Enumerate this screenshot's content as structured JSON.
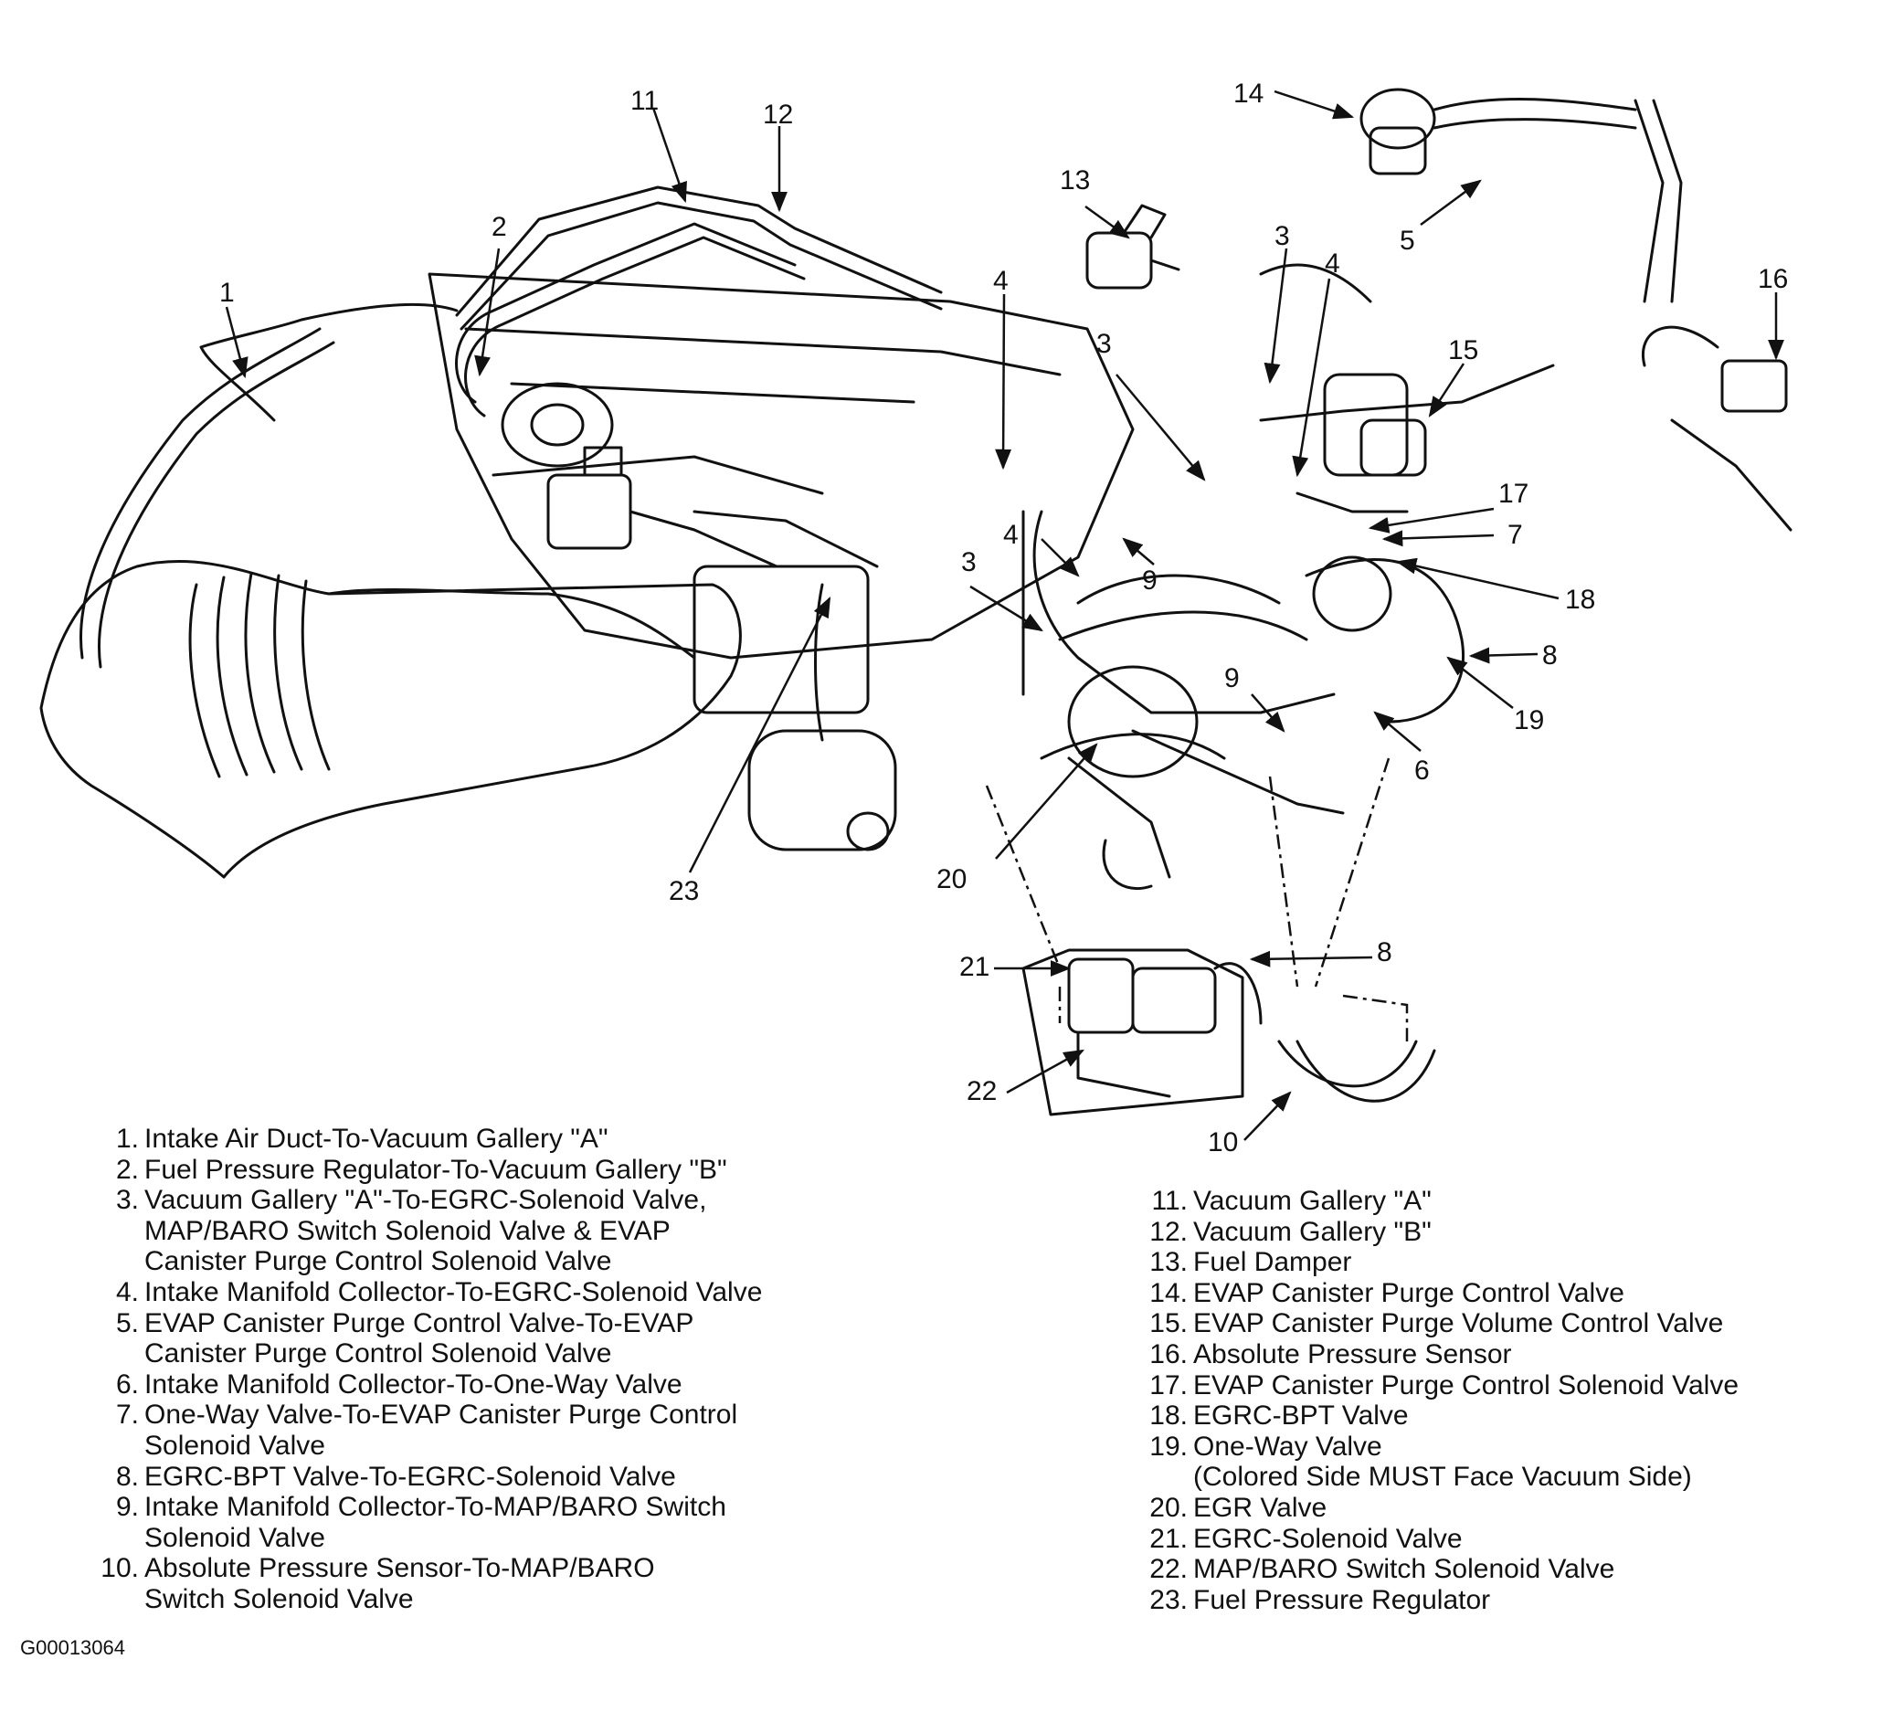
{
  "callouts": [
    "1",
    "2",
    "3",
    "4",
    "5",
    "6",
    "7",
    "8",
    "9",
    "10",
    "11",
    "12",
    "13",
    "14",
    "15",
    "16",
    "17",
    "18",
    "19",
    "20",
    "21",
    "22",
    "23"
  ],
  "legend_left": [
    {
      "num": "1.",
      "lines": [
        "Intake Air Duct-To-Vacuum Gallery \"A\""
      ]
    },
    {
      "num": "2.",
      "lines": [
        "Fuel Pressure Regulator-To-Vacuum  Gallery \"B\""
      ]
    },
    {
      "num": "3.",
      "lines": [
        "Vacuum Gallery \"A\"-To-EGRC-Solenoid Valve,",
        "MAP/BARO Switch Solenoid Valve & EVAP",
        "Canister Purge Control Solenoid Valve"
      ]
    },
    {
      "num": "4.",
      "lines": [
        "Intake Manifold Collector-To-EGRC-Solenoid Valve"
      ]
    },
    {
      "num": "5.",
      "lines": [
        "EVAP Canister Purge Control Valve-To-EVAP",
        "Canister Purge Control Solenoid Valve"
      ]
    },
    {
      "num": "6.",
      "lines": [
        "Intake Manifold Collector-To-One-Way Valve"
      ]
    },
    {
      "num": "7.",
      "lines": [
        "One-Way Valve-To-EVAP Canister Purge Control",
        "Solenoid Valve"
      ]
    },
    {
      "num": "8.",
      "lines": [
        "EGRC-BPT Valve-To-EGRC-Solenoid Valve"
      ]
    },
    {
      "num": "9.",
      "lines": [
        "Intake Manifold Collector-To-MAP/BARO Switch",
        "Solenoid Valve"
      ]
    },
    {
      "num": "10.",
      "lines": [
        "Absolute Pressure Sensor-To-MAP/BARO",
        "Switch Solenoid Valve"
      ]
    }
  ],
  "legend_right": [
    {
      "num": "11.",
      "lines": [
        "Vacuum Gallery \"A\""
      ]
    },
    {
      "num": "12.",
      "lines": [
        "Vacuum Gallery \"B\""
      ]
    },
    {
      "num": "13.",
      "lines": [
        "Fuel Damper"
      ]
    },
    {
      "num": "14.",
      "lines": [
        "EVAP Canister Purge Control Valve"
      ]
    },
    {
      "num": "15.",
      "lines": [
        "EVAP Canister Purge Volume Control Valve"
      ]
    },
    {
      "num": "16.",
      "lines": [
        "Absolute Pressure Sensor"
      ]
    },
    {
      "num": "17.",
      "lines": [
        "EVAP Canister Purge Control Solenoid Valve"
      ]
    },
    {
      "num": "18.",
      "lines": [
        "EGRC-BPT Valve"
      ]
    },
    {
      "num": "19.",
      "lines": [
        "One-Way Valve",
        "(Colored Side MUST Face Vacuum Side)"
      ]
    },
    {
      "num": "20.",
      "lines": [
        "EGR Valve"
      ]
    },
    {
      "num": "21.",
      "lines": [
        "EGRC-Solenoid Valve"
      ]
    },
    {
      "num": "22.",
      "lines": [
        "MAP/BARO Switch Solenoid Valve"
      ]
    },
    {
      "num": "23.",
      "lines": [
        "Fuel Pressure Regulator"
      ]
    }
  ],
  "figure_id": "G00013064"
}
